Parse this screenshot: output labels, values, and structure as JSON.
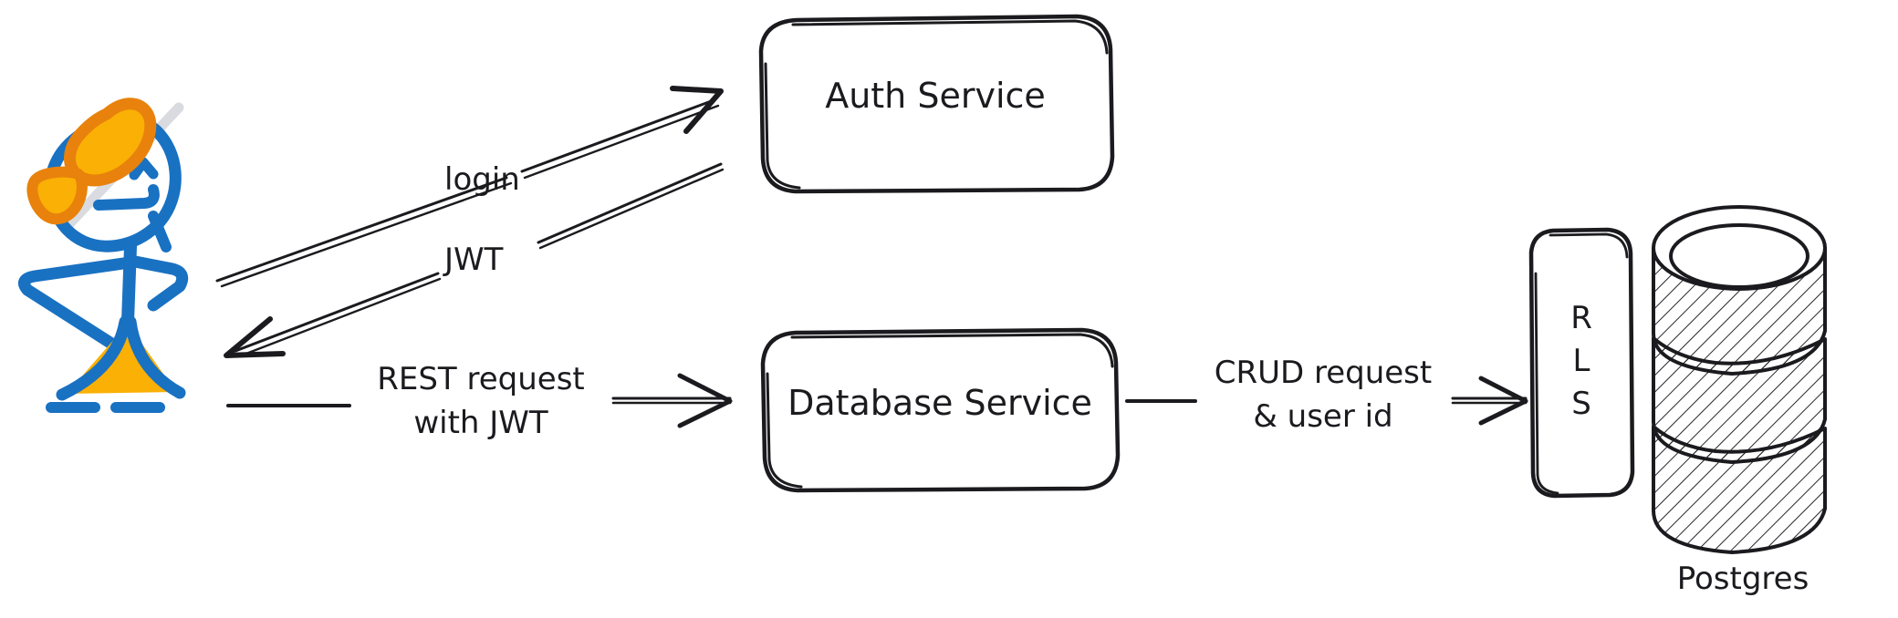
{
  "diagram": {
    "type": "architecture-flow-diagram",
    "style": "hand-drawn-sketch",
    "background_color": "#ffffff",
    "ink_color": "#1b1b1f",
    "actor_color": "#1971c2",
    "accent_color": "#f08c00",
    "accent_fill_color": "#fab005",
    "title": ""
  },
  "actor": {
    "name": "user-stick-figure",
    "label": "",
    "body_color": "#1971c2",
    "hat_outline_color": "#e8820c",
    "hat_fill_color": "#fab005",
    "skirt_color": "#fab005"
  },
  "nodes": [
    {
      "id": "auth-service",
      "label": "Auth Service",
      "shape": "rounded-rectangle"
    },
    {
      "id": "database-service",
      "label": "Database Service",
      "shape": "rounded-rectangle"
    },
    {
      "id": "rls",
      "label": "RLS",
      "letters": [
        "R",
        "L",
        "S"
      ],
      "shape": "tall-rounded-rectangle"
    },
    {
      "id": "postgres",
      "label": "Postgres",
      "shape": "database-cylinder",
      "segments": 3,
      "fill": "hatched"
    }
  ],
  "edges": [
    {
      "id": "edge-login",
      "label": "login",
      "from": "user-stick-figure",
      "to": "auth-service",
      "direction": "right-up"
    },
    {
      "id": "edge-jwt",
      "label": "JWT",
      "from": "auth-service",
      "to": "user-stick-figure",
      "direction": "left-down"
    },
    {
      "id": "edge-rest-request",
      "label_line_1": "REST request",
      "label_line_2": "with JWT",
      "from": "user-stick-figure",
      "to": "database-service",
      "direction": "right"
    },
    {
      "id": "edge-crud-request",
      "label_line_1": "CRUD request",
      "label_line_2": "& user id",
      "from": "database-service",
      "to": "rls",
      "direction": "right"
    }
  ]
}
